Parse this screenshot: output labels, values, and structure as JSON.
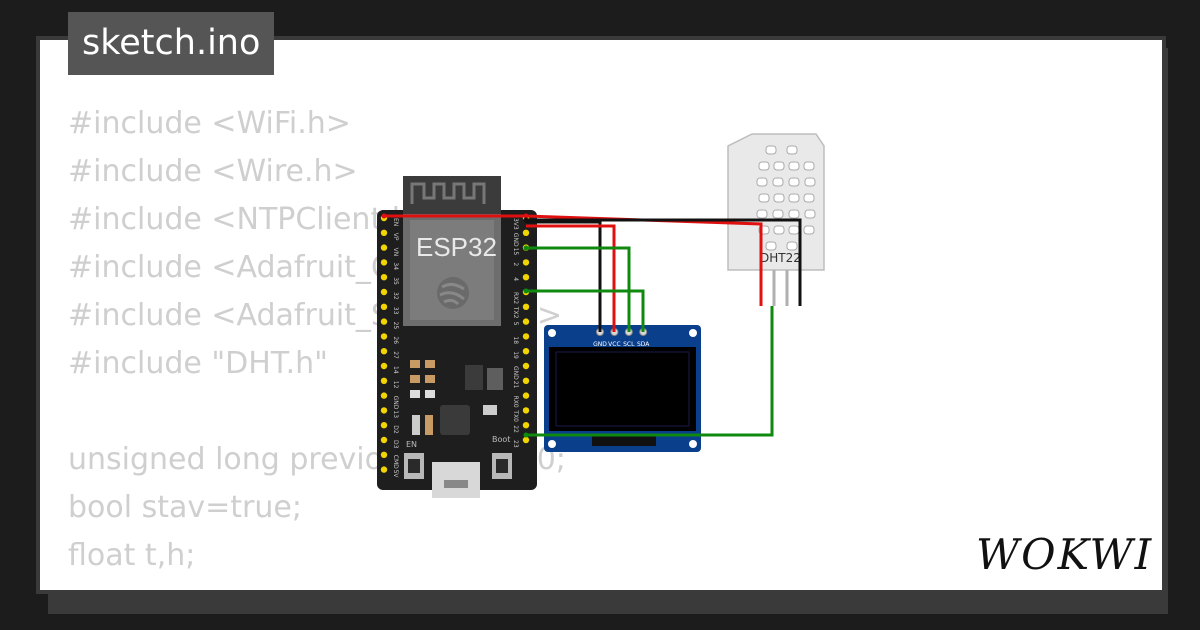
{
  "header": {
    "filename": "sketch.ino"
  },
  "code_lines": [
    "#include <WiFi.h>",
    "#include <Wire.h>",
    "#include <NTPClient.h>",
    "#include <Adafruit_GFX.h>",
    "#include <Adafruit_SSD1306.h>",
    "#include \"DHT.h\"",
    "",
    "unsigned long previousMillis = 0;",
    "bool stav=true;",
    "float t,h;"
  ],
  "components": {
    "esp32": {
      "label": "ESP32",
      "left_pins": [
        "EN",
        "VP",
        "VN",
        "34",
        "35",
        "32",
        "33",
        "25",
        "26",
        "27",
        "14",
        "12",
        "GND",
        "13",
        "D2",
        "D3",
        "CMD",
        "5V"
      ],
      "right_pins": [
        "3V3",
        "GND",
        "15",
        "2",
        "4",
        "RX2",
        "TX2",
        "5",
        "18",
        "19",
        "GND",
        "21",
        "RX0",
        "TX0",
        "22",
        "23"
      ],
      "button_en": "EN",
      "button_boot": "Boot"
    },
    "oled": {
      "pins": [
        "GND",
        "VCC",
        "SCL",
        "SDA"
      ]
    },
    "dht": {
      "label": "DHT22"
    }
  },
  "colors": {
    "wire_gnd": "#111111",
    "wire_vcc": "#e01010",
    "wire_data": "#0f8a0f",
    "board": "#1e1e1e",
    "oled_pcb": "#0a3f8c",
    "pin": "#f1d400"
  },
  "brand": {
    "logo": "WOKWI"
  }
}
